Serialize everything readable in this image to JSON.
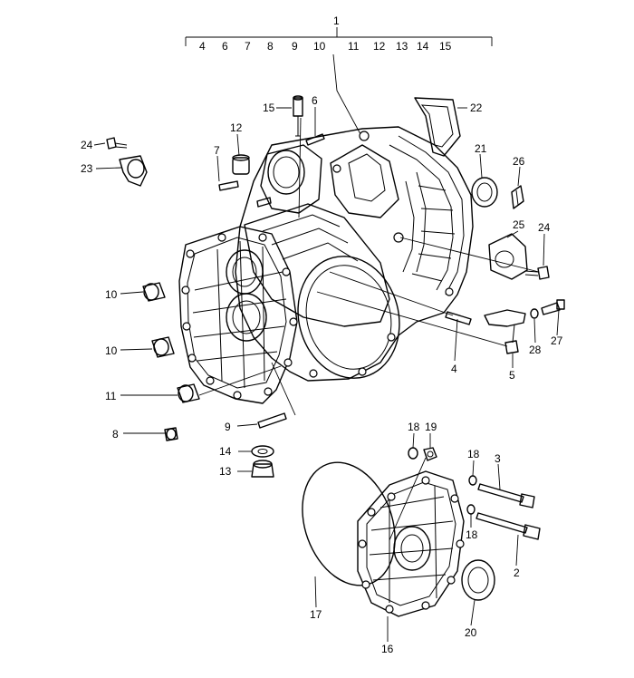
{
  "diagram": {
    "assembly_label": "1",
    "assembly_parts": [
      "4",
      "6",
      "7",
      "8",
      "9",
      "10",
      "11",
      "12",
      "13",
      "14",
      "15"
    ],
    "callouts": [
      {
        "id": "c15",
        "text": "15"
      },
      {
        "id": "c6",
        "text": "6"
      },
      {
        "id": "c22",
        "text": "22"
      },
      {
        "id": "c12",
        "text": "12"
      },
      {
        "id": "c24a",
        "text": "24"
      },
      {
        "id": "c23",
        "text": "23"
      },
      {
        "id": "c7",
        "text": "7"
      },
      {
        "id": "c21",
        "text": "21"
      },
      {
        "id": "c26",
        "text": "26"
      },
      {
        "id": "c25",
        "text": "25"
      },
      {
        "id": "c24b",
        "text": "24"
      },
      {
        "id": "c10a",
        "text": "10"
      },
      {
        "id": "c10b",
        "text": "10"
      },
      {
        "id": "c11",
        "text": "11"
      },
      {
        "id": "c4",
        "text": "4"
      },
      {
        "id": "c5",
        "text": "5"
      },
      {
        "id": "c28",
        "text": "28"
      },
      {
        "id": "c27",
        "text": "27"
      },
      {
        "id": "c9",
        "text": "9"
      },
      {
        "id": "c8",
        "text": "8"
      },
      {
        "id": "c18a",
        "text": "18"
      },
      {
        "id": "c19",
        "text": "19"
      },
      {
        "id": "c14",
        "text": "14"
      },
      {
        "id": "c13",
        "text": "13"
      },
      {
        "id": "c18b",
        "text": "18"
      },
      {
        "id": "c3",
        "text": "3"
      },
      {
        "id": "c18c",
        "text": "18"
      },
      {
        "id": "c2",
        "text": "2"
      },
      {
        "id": "c17",
        "text": "17"
      },
      {
        "id": "c20",
        "text": "20"
      },
      {
        "id": "c16",
        "text": "16"
      }
    ]
  }
}
